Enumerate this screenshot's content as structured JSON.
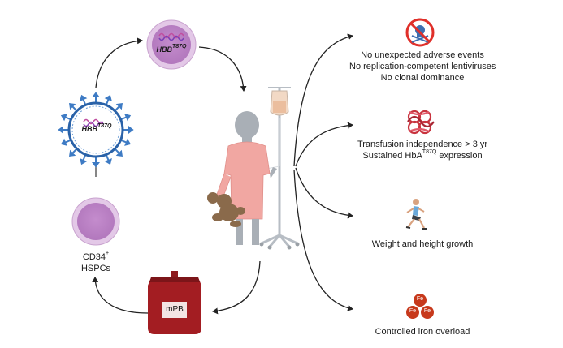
{
  "cycle": {
    "vector_gene": "HBB",
    "vector_gene_sup": "T87Q",
    "transduced_gene": "HBB",
    "transduced_gene_sup": "T87Q",
    "cell_label": "CD34",
    "cell_label_sup": "+",
    "cell_label_line2": "HSPCs",
    "bag_label": "mPB"
  },
  "outcomes": [
    {
      "icon": "no-danger-icon",
      "lines": [
        "No unexpected adverse events",
        "No replication-competent lentiviruses",
        "No clonal dominance"
      ]
    },
    {
      "icon": "hemoglobin-icon",
      "line1": "Transfusion independence > 3 yr",
      "line2_prefix": "Sustained HbA",
      "line2_sup": "T87Q",
      "line2_suffix": " expression"
    },
    {
      "icon": "runner-icon",
      "lines": [
        "Weight and height growth"
      ]
    },
    {
      "icon": "iron-icon",
      "iron_symbol": "Fe",
      "lines": [
        "Controlled iron overload"
      ]
    }
  ],
  "colors": {
    "cell_outer": "#d9b8df",
    "cell_inner": "#c38fcc",
    "virus_ring": "#2a62a8",
    "virus_spike": "#3e7bc4",
    "bag_red": "#a31d22",
    "gown": "#f1a7a2",
    "patient_grey": "#a9afb6",
    "teddy": "#8a6a4b",
    "no_symbol_red": "#e0302a",
    "hemoglobin": "#c8333e",
    "iron_red": "#c7391c",
    "arrow": "#222222"
  }
}
